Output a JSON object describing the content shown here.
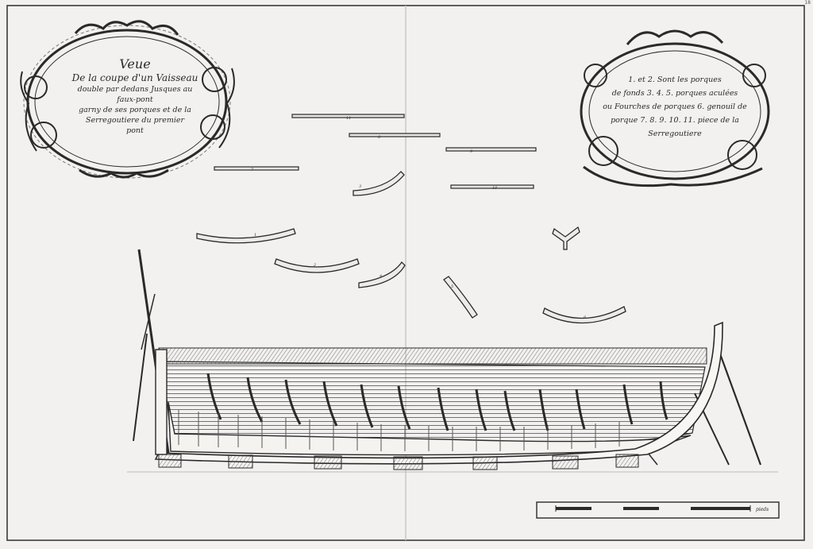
{
  "title_cartouche": {
    "line1": "Veue",
    "line2": "De la coupe d'un Vaisseau",
    "line3": "double par dedans Jusques au",
    "line4": "faux-pont",
    "line5": "garny de ses porques et de la",
    "line6": "Serregoutiere du premier",
    "line7": "pont"
  },
  "legend_cartouche": {
    "line1": "1. et 2. Sont les porques",
    "line2": "de fonds 3. 4. 5. porques aculées",
    "line3": "ou Fourches de porques 6. genouil de",
    "line4": "porque 7. 8. 9. 10. 11. piece de la",
    "line5": "Serregoutiere"
  },
  "part_numbers": [
    "1",
    "2",
    "3",
    "4",
    "5",
    "6",
    "7",
    "8",
    "9",
    "10",
    "11"
  ],
  "scale_label": "pieds",
  "page_number": "18",
  "colors": {
    "paper": "#f2f1ef",
    "ink": "#2a2a2a",
    "shadow": "#4a4a4a"
  }
}
